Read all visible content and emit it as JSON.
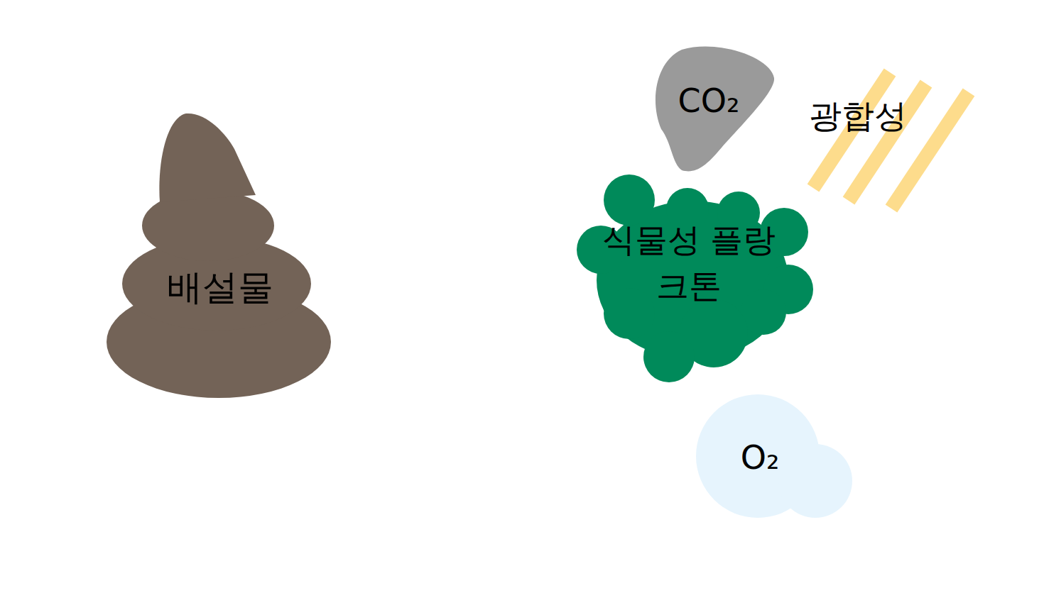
{
  "diagram": {
    "nodes": [
      {
        "text": [
          "배설물"
        ]
      },
      {
        "text": [
          "CO₂"
        ]
      },
      {
        "text": [
          "식물성 플랑크톤"
        ]
      },
      {
        "text": [
          "O₂"
        ]
      }
    ],
    "labels": [
      "광합성"
    ]
  }
}
